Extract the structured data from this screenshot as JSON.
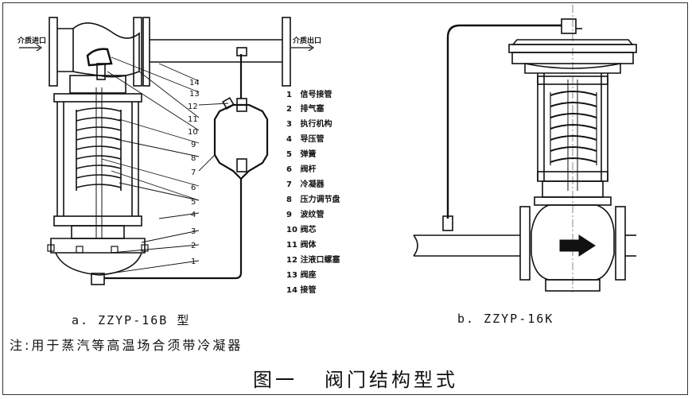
{
  "diagram_a": {
    "inlet_label": "介质进口",
    "outlet_label": "介质出口",
    "caption": "a. ZZYP-16B 型",
    "callouts": [
      "14",
      "13",
      "12",
      "11",
      "10",
      "9",
      "8",
      "7",
      "6",
      "5",
      "4",
      "3",
      "2",
      "1"
    ],
    "legend": [
      {
        "num": "1",
        "text": "信号接管"
      },
      {
        "num": "2",
        "text": "排气塞"
      },
      {
        "num": "3",
        "text": "执行机构"
      },
      {
        "num": "4",
        "text": "导压管"
      },
      {
        "num": "5",
        "text": "弹簧"
      },
      {
        "num": "6",
        "text": "阀杆"
      },
      {
        "num": "7",
        "text": "冷凝器"
      },
      {
        "num": "8",
        "text": "压力调节盘"
      },
      {
        "num": "9",
        "text": "波纹管"
      },
      {
        "num": "10",
        "text": "阀芯"
      },
      {
        "num": "11",
        "text": "阀体"
      },
      {
        "num": "12",
        "text": "注液口螺塞"
      },
      {
        "num": "13",
        "text": "阀座"
      },
      {
        "num": "14",
        "text": "接管"
      }
    ]
  },
  "diagram_b": {
    "caption": "b. ZZYP-16K"
  },
  "note": "注:用于蒸汽等高温场合须带冷凝器",
  "figure_title": {
    "number": "图一",
    "name": "阀门结构型式"
  }
}
